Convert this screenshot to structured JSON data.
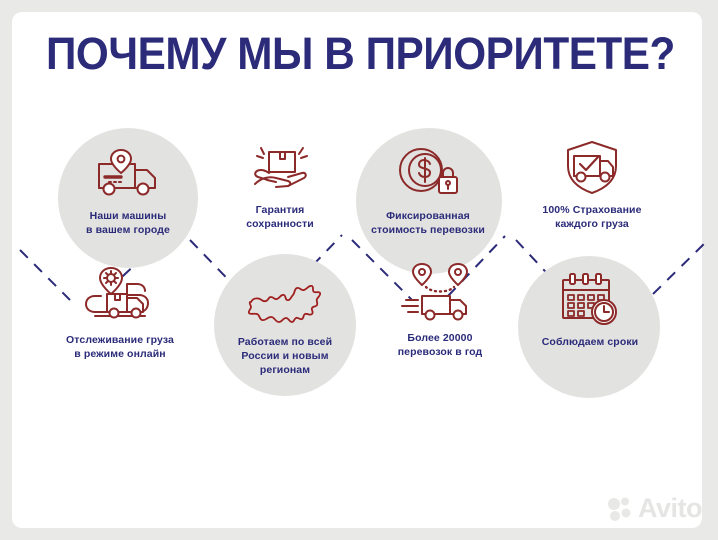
{
  "page": {
    "title": "ПОЧЕМУ МЫ В ПРИОРИТЕТЕ?",
    "background_color": "#e9e9e7",
    "card_color": "#ffffff",
    "title_color": "#2b2b7a",
    "icon_color": "#8c2a2a",
    "circle_color": "#e2e2e0",
    "connector_color": "#2b2b7a"
  },
  "watermark": {
    "text": "Avito",
    "color": "#e3e3e1"
  },
  "items": [
    {
      "id": "our-trucks-in-your-city",
      "icon": "truck-with-location-pin-icon",
      "has_circle": true,
      "lines": [
        "Наши машины",
        "в вашем городе"
      ]
    },
    {
      "id": "safety-guarantee",
      "icon": "hand-holding-box-icon",
      "has_circle": false,
      "lines": [
        "Гарантия",
        "сохранности"
      ]
    },
    {
      "id": "fixed-shipping-cost",
      "icon": "dollar-coin-with-lock-icon",
      "has_circle": true,
      "lines": [
        "Фиксированная",
        "стоимость перевозки"
      ]
    },
    {
      "id": "full-cargo-insurance",
      "icon": "shield-with-truck-check-icon",
      "has_circle": false,
      "lines": [
        "100% Страхование",
        "каждого груза"
      ]
    },
    {
      "id": "online-cargo-tracking",
      "icon": "truck-with-gear-pin-icon",
      "has_circle": false,
      "lines": [
        "Отслеживание груза",
        "в режиме онлайн"
      ]
    },
    {
      "id": "work-across-russia",
      "icon": "russia-map-icon",
      "has_circle": true,
      "lines": [
        "Работаем по всей",
        "России  и новым",
        "регионам"
      ]
    },
    {
      "id": "more-than-20000-shipments",
      "icon": "truck-with-two-pins-icon",
      "has_circle": false,
      "lines": [
        "Более 20000",
        "перевозок в год"
      ]
    },
    {
      "id": "meeting-deadlines",
      "icon": "calendar-with-clock-icon",
      "has_circle": true,
      "lines": [
        "Соблюдаем сроки"
      ]
    }
  ]
}
